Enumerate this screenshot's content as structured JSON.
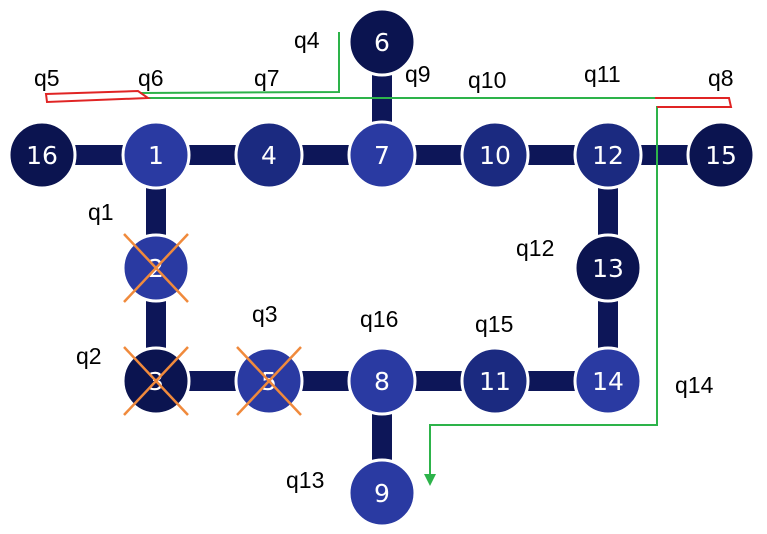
{
  "diagram": {
    "title": "",
    "colors": {
      "node_dark": "#0b1450",
      "node_mid": "#1b2a80",
      "node_light": "#2a3aa2",
      "edge": "#0d1658",
      "cross": "#f08a3c",
      "path_green": "#2db34a",
      "path_red": "#e02424",
      "node_text": "#ffffff"
    },
    "nodes": [
      {
        "id": "16",
        "label": "16",
        "shade": "dark",
        "crossed": false
      },
      {
        "id": "1",
        "label": "1",
        "shade": "light",
        "crossed": false
      },
      {
        "id": "4",
        "label": "4",
        "shade": "mid",
        "crossed": false
      },
      {
        "id": "7",
        "label": "7",
        "shade": "light",
        "crossed": false
      },
      {
        "id": "10",
        "label": "10",
        "shade": "mid",
        "crossed": false
      },
      {
        "id": "12",
        "label": "12",
        "shade": "mid",
        "crossed": false
      },
      {
        "id": "15",
        "label": "15",
        "shade": "dark",
        "crossed": false
      },
      {
        "id": "6",
        "label": "6",
        "shade": "dark",
        "crossed": false
      },
      {
        "id": "2",
        "label": "2",
        "shade": "light",
        "crossed": true
      },
      {
        "id": "3",
        "label": "3",
        "shade": "dark",
        "crossed": true
      },
      {
        "id": "5",
        "label": "5",
        "shade": "light",
        "crossed": true
      },
      {
        "id": "8",
        "label": "8",
        "shade": "light",
        "crossed": false
      },
      {
        "id": "11",
        "label": "11",
        "shade": "mid",
        "crossed": false
      },
      {
        "id": "14",
        "label": "14",
        "shade": "light",
        "crossed": false
      },
      {
        "id": "13",
        "label": "13",
        "shade": "dark",
        "crossed": false
      },
      {
        "id": "9",
        "label": "9",
        "shade": "light",
        "crossed": false
      }
    ],
    "edges": [
      [
        "16",
        "1"
      ],
      [
        "1",
        "4"
      ],
      [
        "4",
        "7"
      ],
      [
        "7",
        "10"
      ],
      [
        "10",
        "12"
      ],
      [
        "12",
        "15"
      ],
      [
        "6",
        "7"
      ],
      [
        "1",
        "2"
      ],
      [
        "2",
        "3"
      ],
      [
        "3",
        "5"
      ],
      [
        "5",
        "8"
      ],
      [
        "8",
        "11"
      ],
      [
        "11",
        "14"
      ],
      [
        "12",
        "13"
      ],
      [
        "13",
        "14"
      ],
      [
        "8",
        "9"
      ]
    ],
    "q_labels": [
      "q1",
      "q2",
      "q3",
      "q4",
      "q5",
      "q6",
      "q7",
      "q8",
      "q9",
      "q10",
      "q11",
      "q12",
      "q13",
      "q14",
      "q15",
      "q16"
    ],
    "paths": [
      {
        "name": "green-path",
        "color": "green",
        "arrow": true
      },
      {
        "name": "red-segment-left",
        "color": "red",
        "arrow": false
      },
      {
        "name": "red-segment-right",
        "color": "red",
        "arrow": false
      }
    ]
  }
}
